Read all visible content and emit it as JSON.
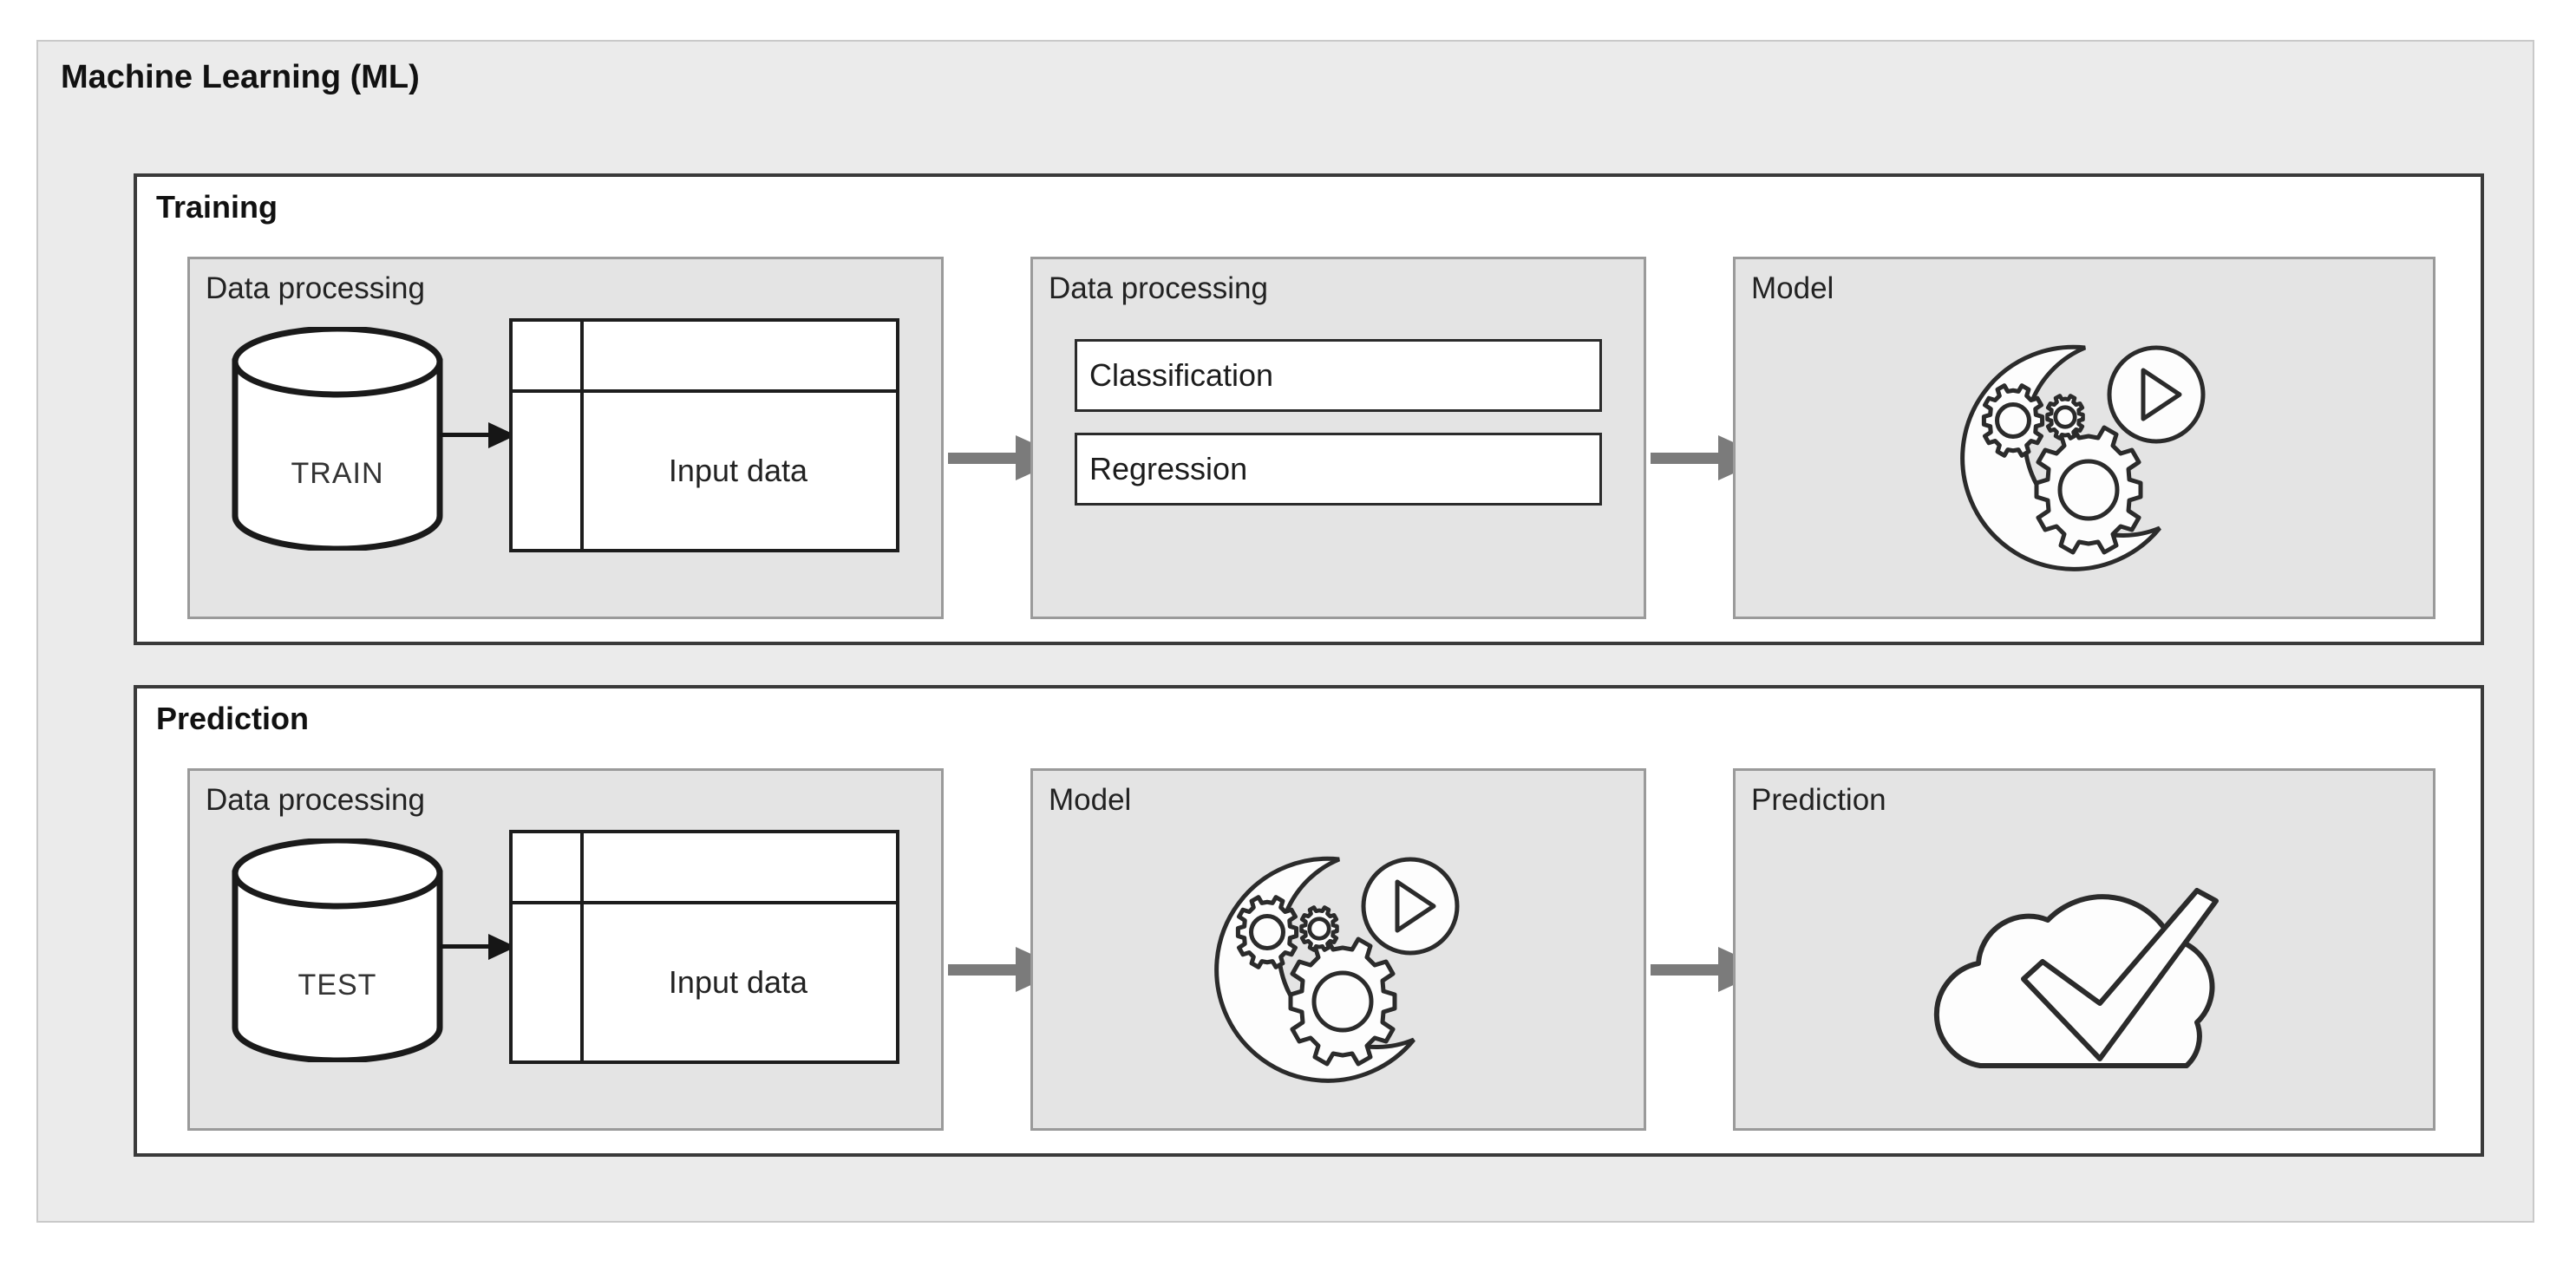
{
  "diagram": {
    "title": "Machine Learning (ML)",
    "background_color": "#ebebeb",
    "border_color": "#c9c9c9",
    "arrow_color": "#7b7b7b",
    "stage_fill_color": "#e4e4e4",
    "stage_border_color": "#9a9a9a"
  },
  "sections": [
    {
      "title": "Training",
      "stages": [
        {
          "title": "Data processing",
          "database_label": "TRAIN",
          "table_label": "Input data"
        },
        {
          "title": "Data processing",
          "options": [
            "Classification",
            "Regression"
          ]
        },
        {
          "title": "Model",
          "icon": "gears-model-icon"
        }
      ]
    },
    {
      "title": "Prediction",
      "stages": [
        {
          "title": "Data processing",
          "database_label": "TEST",
          "table_label": "Input data"
        },
        {
          "title": "Model",
          "icon": "gears-model-icon"
        },
        {
          "title": "Prediction",
          "icon": "cloud-check-icon"
        }
      ]
    }
  ],
  "icons": {
    "database": "database-cylinder-icon",
    "arrow": "right-arrow-icon",
    "mini_arrow": "small-right-arrow-icon",
    "model": "gears-model-icon",
    "prediction": "cloud-check-icon"
  }
}
